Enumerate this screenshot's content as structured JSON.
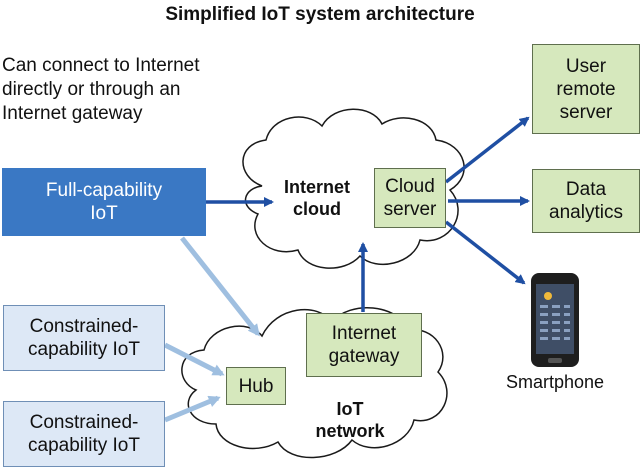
{
  "title": "Simplified IoT system architecture",
  "note": "Can connect to Internet directly or through an Internet gateway",
  "nodes": {
    "full_iot": "Full-capability\nIoT",
    "constrained_1": "Constrained-\ncapability IoT",
    "constrained_2": "Constrained-\ncapability IoT",
    "internet_cloud": "Internet\ncloud",
    "cloud_server": "Cloud\nserver",
    "user_remote_server": "User\nremote\nserver",
    "data_analytics": "Data\nanalytics",
    "smartphone": "Smartphone",
    "hub": "Hub",
    "internet_gateway": "Internet\ngateway",
    "iot_network": "IoT\nnetwork"
  },
  "colors": {
    "dark_arrow": "#1f4fa3",
    "light_arrow": "#9fbfe0",
    "green_fill": "#d6e8bd",
    "blue_fill": "#3a78c4",
    "light_blue_fill": "#dde8f6"
  }
}
